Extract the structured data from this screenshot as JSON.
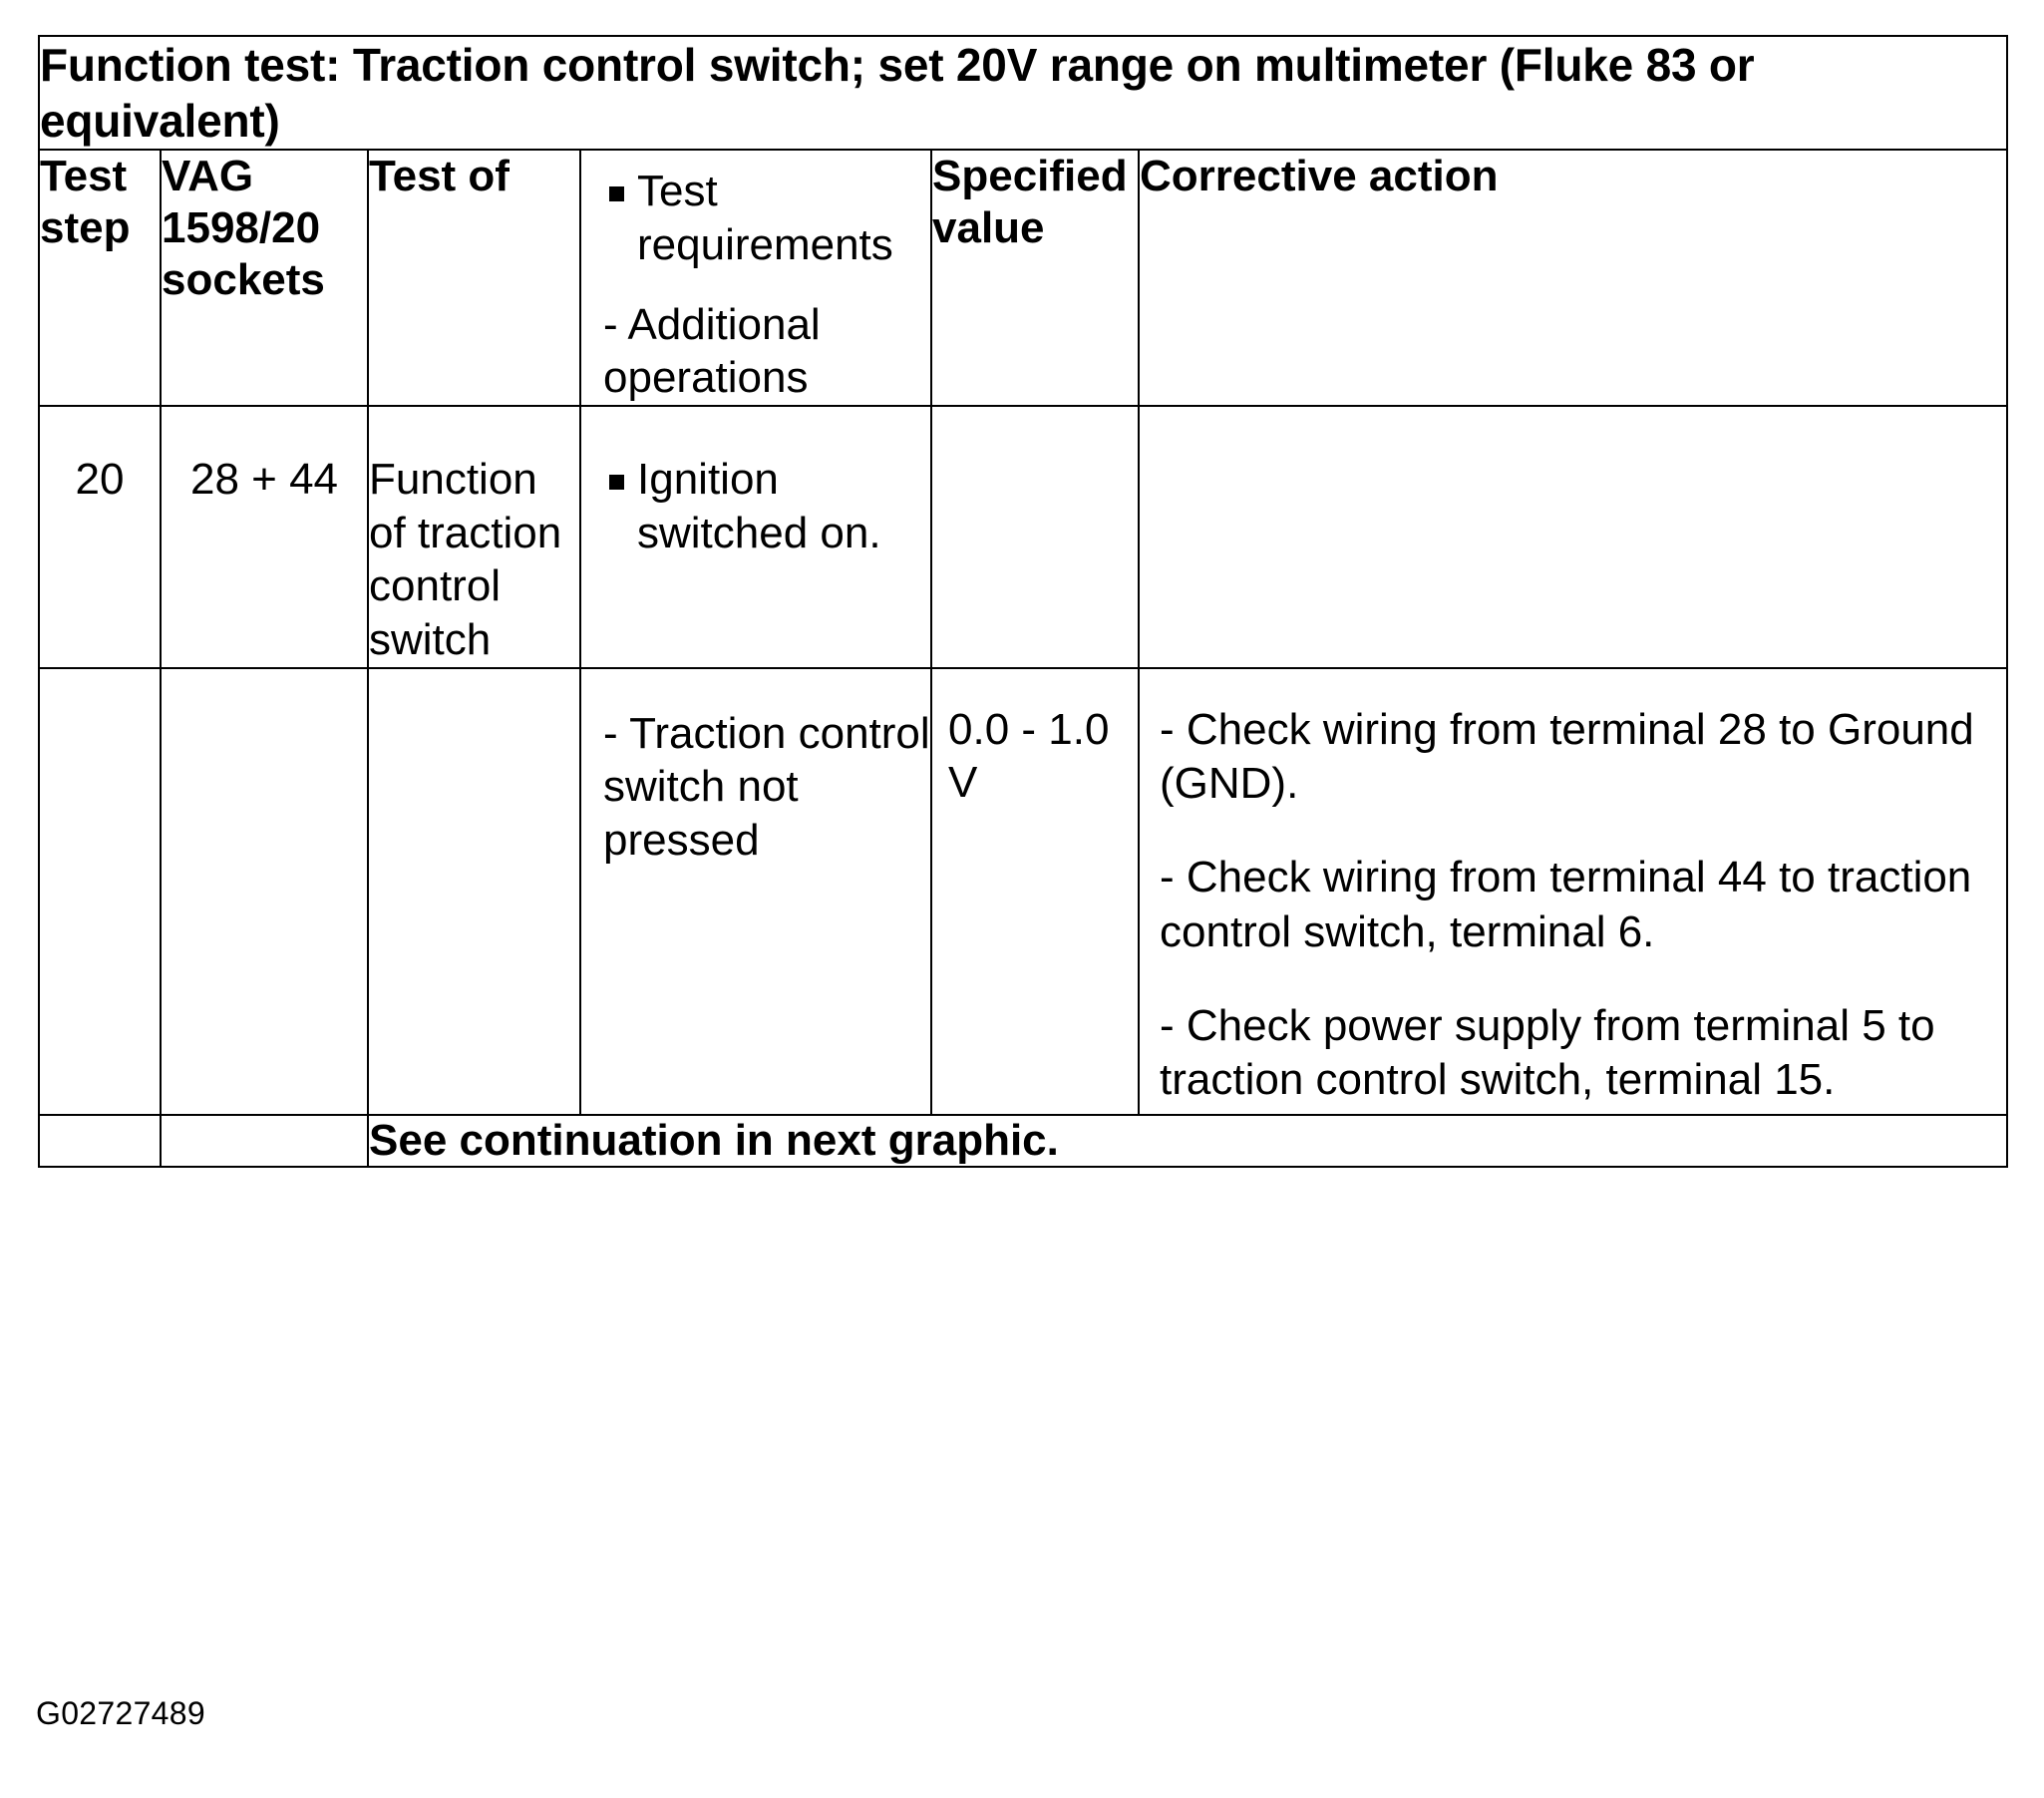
{
  "document": {
    "title": "Function test: Traction control switch; set 20V range on multimeter (Fluke 83 or equivalent)",
    "figure_code": "G02727489"
  },
  "table": {
    "headers": {
      "test_step": "Test step",
      "vag_sockets": "VAG 1598/20 sockets",
      "test_of": "Test of",
      "requirements_bullet": "Test requirements",
      "requirements_dash": "- Additional operations",
      "specified_value": "Specified value",
      "corrective_action": "Corrective action"
    },
    "rows": [
      {
        "test_step": "20",
        "vag_sockets": "28 + 44",
        "test_of": "Function of traction control switch",
        "requirement_bullet": "Ignition switched on.",
        "specified_value": "",
        "corrective_actions": []
      },
      {
        "test_step": "",
        "vag_sockets": "",
        "test_of": "",
        "requirement_dash": "- Traction control switch not pressed",
        "specified_value": "0.0 - 1.0 V",
        "corrective_actions": [
          "- Check wiring from terminal 28 to Ground (GND).",
          "- Check wiring from terminal 44 to traction control switch, terminal 6.",
          "- Check power supply from terminal 5 to traction control switch, terminal 15."
        ]
      }
    ],
    "continuation_note": "See continuation in next graphic."
  },
  "icons": {
    "bullet": "square-bullet-icon"
  },
  "colors": {
    "border": "#000000",
    "text": "#000000",
    "background": "#ffffff"
  }
}
